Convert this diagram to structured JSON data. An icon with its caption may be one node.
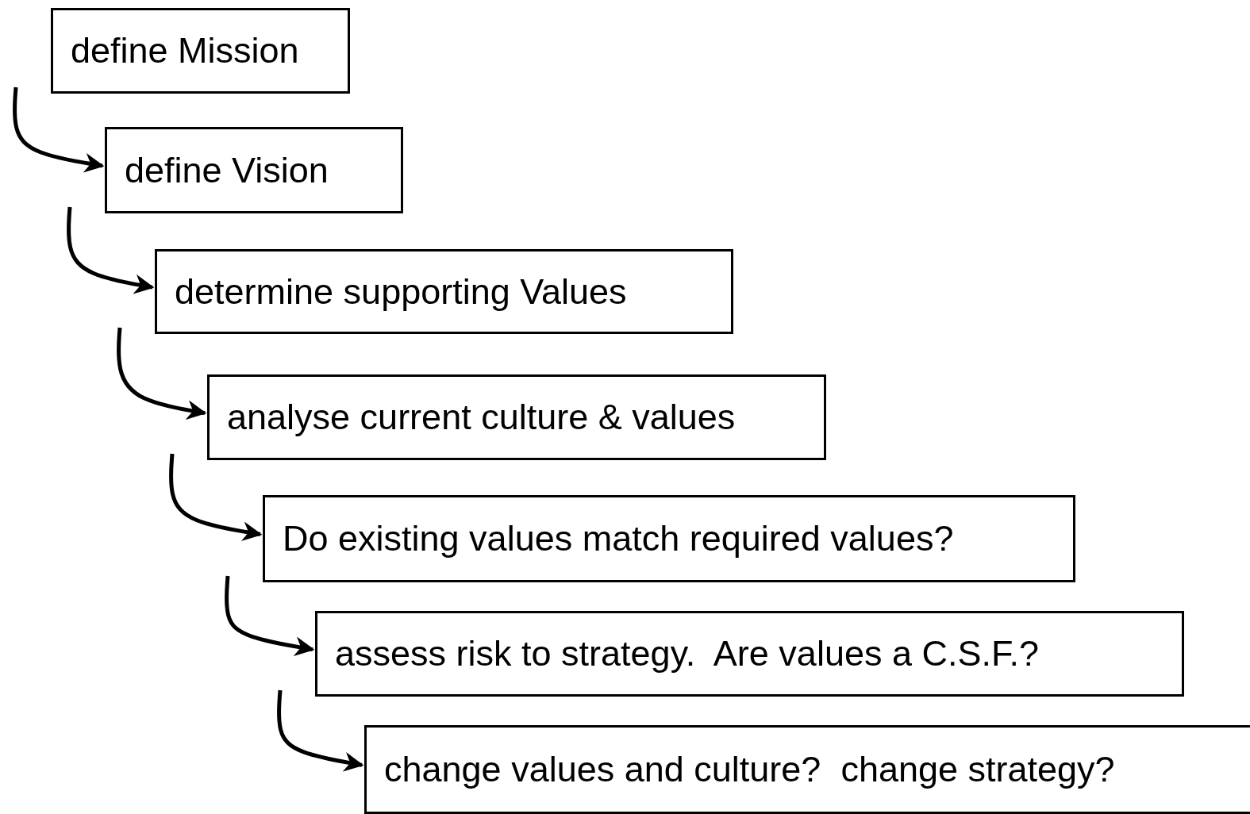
{
  "diagram": {
    "nodes": [
      {
        "text": [
          "define Mission"
        ]
      },
      {
        "text": [
          "define Vision"
        ]
      },
      {
        "text": [
          "determine supporting Values"
        ]
      },
      {
        "text": [
          "analyse current culture & values"
        ]
      },
      {
        "text": [
          "Do existing values match required values?"
        ]
      },
      {
        "text": [
          "assess risk to strategy.  Are values a C.S.F.?"
        ]
      },
      {
        "text": [
          "change values and culture?  change strategy?"
        ]
      }
    ],
    "edges": [
      {
        "from": 0,
        "to": 1,
        "arrow": "to"
      },
      {
        "from": 1,
        "to": 2,
        "arrow": "to"
      },
      {
        "from": 2,
        "to": 3,
        "arrow": "to"
      },
      {
        "from": 3,
        "to": 4,
        "arrow": "to"
      },
      {
        "from": 4,
        "to": 5,
        "arrow": "to"
      },
      {
        "from": 5,
        "to": 6,
        "arrow": "to"
      }
    ]
  }
}
